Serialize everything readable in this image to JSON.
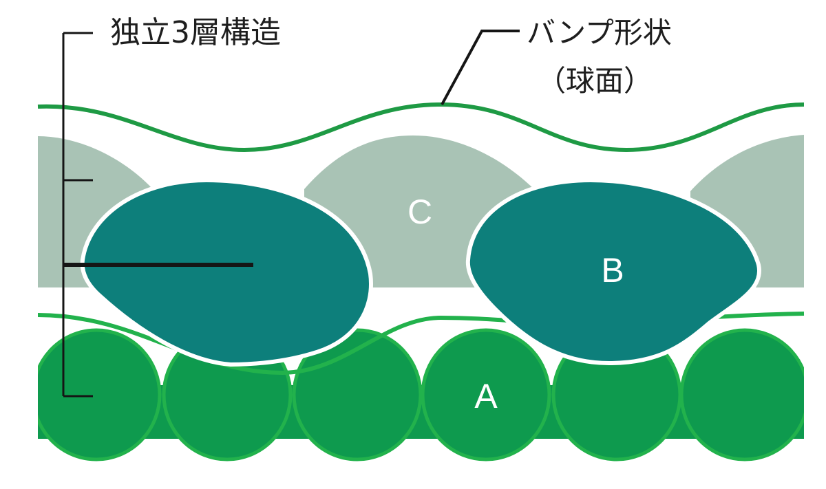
{
  "labels": {
    "structure": "独立3層構造",
    "bump_line1": "バンプ形状",
    "bump_line2": "（球面）"
  },
  "layers": {
    "a": "A",
    "b": "B",
    "c": "C"
  },
  "colors": {
    "layer_a": "#0e9a4e",
    "layer_a_outline": "#22b24c",
    "layer_b": "#0d7f7b",
    "layer_c": "#a9c3b5",
    "top_wave": "#1e9a44",
    "leader": "#151515"
  }
}
